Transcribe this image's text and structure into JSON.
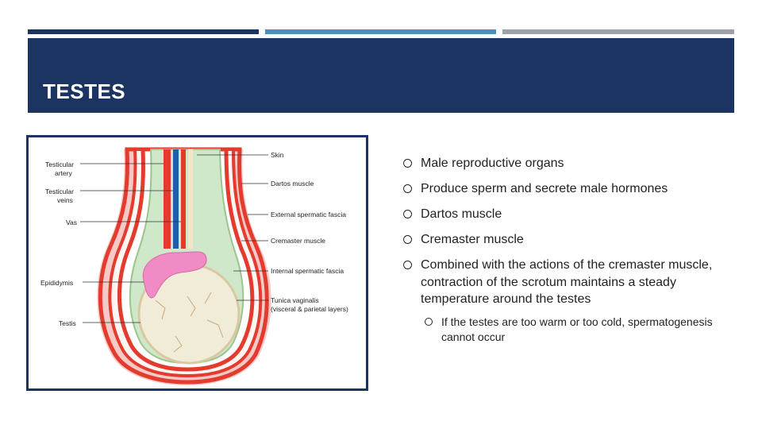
{
  "slide": {
    "title": "TESTES"
  },
  "figure": {
    "labels": {
      "skin": "Skin",
      "testicular_artery_1": "Testicular",
      "testicular_artery_2": "artery",
      "testicular_veins_1": "Testicular",
      "testicular_veins_2": "veins",
      "vas": "Vas",
      "epididymis": "Epididymis",
      "testis": "Testis",
      "dartos_muscle": "Dartos muscle",
      "external_spermatic_fascia": "External spermatic fascia",
      "cremaster_muscle": "Cremaster muscle",
      "internal_spermatic_fascia": "Internal spermatic fascia",
      "tunica_vaginalis_1": "Tunica vaginalis",
      "tunica_vaginalis_2": "(visceral & parietal layers)"
    }
  },
  "bullets": [
    {
      "text": "Male reproductive organs"
    },
    {
      "text": "Produce sperm and secrete male hormones"
    },
    {
      "text": "Dartos muscle"
    },
    {
      "text": "Cremaster muscle"
    },
    {
      "text": "Combined with the actions of the cremaster muscle, contraction of the scrotum maintains a steady temperature around the testes",
      "sub": [
        {
          "text": "If the testes are too warm or too cold, spermatogenesis cannot occur"
        }
      ]
    }
  ],
  "colors": {
    "primary": "#1c3461",
    "accent_blue": "#4a90b8",
    "accent_gray": "#9ea2a8"
  }
}
